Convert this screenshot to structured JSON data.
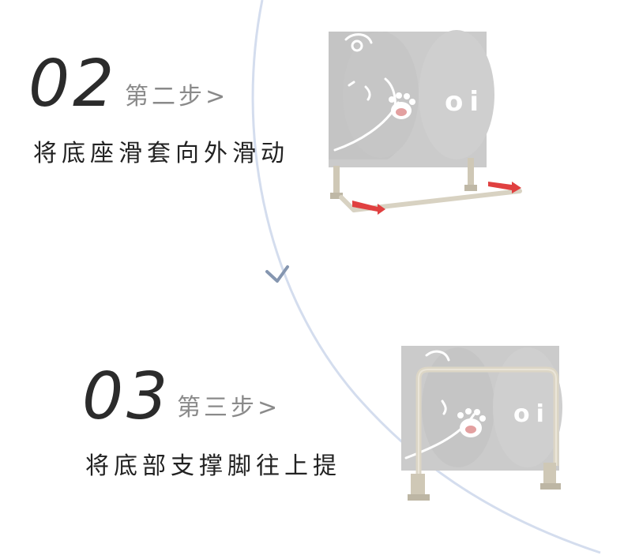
{
  "steps": [
    {
      "number": "02",
      "label": "第二步>",
      "description": "将底座滑套向外滑动"
    },
    {
      "number": "03",
      "label": "第三步>",
      "description": "将底部支撑脚往上提"
    }
  ],
  "panel_print": "oi",
  "colors": {
    "panel_gray": "#cdcdcd",
    "panel_dark": "#bcbcbc",
    "line_white": "#ffffff",
    "frame_beige": "#d8d2c2",
    "arrow_red": "#e04040",
    "arc_blue": "#cfd9ec",
    "chevron": "#8a9bb3"
  },
  "icons": [
    "bear-print",
    "paw-print",
    "chevron-down-icon"
  ]
}
